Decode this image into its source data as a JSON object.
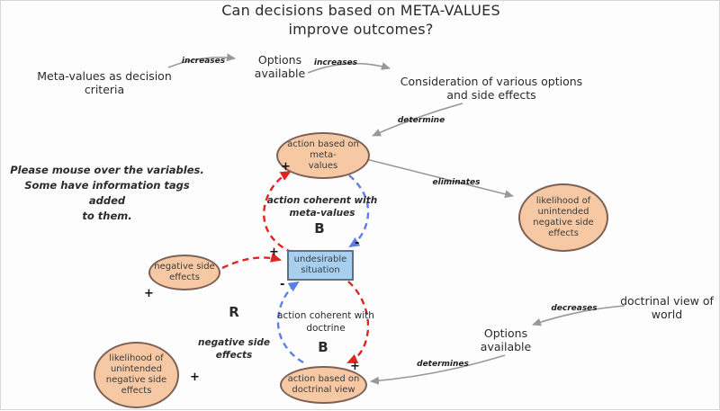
{
  "title": "Can decisions based on META-VALUES\nimprove outcomes?",
  "note": "Please mouse over the variables.\nSome have information tags added\nto them.",
  "nodes": {
    "meta_values_criteria": {
      "label": "Meta-values as decision\ncriteria"
    },
    "options_top": {
      "label": "Options\navailable"
    },
    "consideration": {
      "label": "Consideration of various options\nand side effects"
    },
    "action_meta": {
      "label": "action based on meta-\nvalues"
    },
    "likelihood_right": {
      "label": "likelihood of\nunintended\nnegative side\neffects"
    },
    "negative_side_effects": {
      "label": "negative side\neffects"
    },
    "undesirable_situation": {
      "label": "undesirable\nsituation"
    },
    "action_doctrinal": {
      "label": "action based on\ndoctrinal view"
    },
    "doctrinal_view": {
      "label": "doctrinal view of\nworld"
    },
    "options_bottom": {
      "label": "Options\navailable"
    },
    "likelihood_left": {
      "label": "likelihood of\nunintended\nnegative side\neffects"
    },
    "negative_side_effects_floating": {
      "label": "negative side\neffects"
    }
  },
  "arrow_labels": {
    "increases_1": "increases",
    "increases_2": "increases",
    "determine": "determine",
    "eliminates": "eliminates",
    "decreases": "decreases",
    "determines": "determines"
  },
  "loop_labels": {
    "meta_loop": "action coherent with\nmeta-values",
    "doctrine_loop": "action coherent with\ndoctrine",
    "b_upper": "B",
    "b_lower": "B",
    "r": "R"
  },
  "signs": {
    "plus_meta": "+",
    "minus_meta_box": "-",
    "plus_neg_box": "+",
    "minus_doct_box": "-",
    "plus_doct": "+",
    "plus_float_left": "+",
    "plus_float_bottom": "+"
  },
  "colors": {
    "ellipse_fill": "#F6C9A4",
    "ellipse_stroke": "#7D6155",
    "box_fill": "#A9CFEE",
    "box_stroke": "#5F7284",
    "arrow_gray": "#999999",
    "loop_red": "#E32222",
    "loop_blue": "#5B7FE8"
  }
}
